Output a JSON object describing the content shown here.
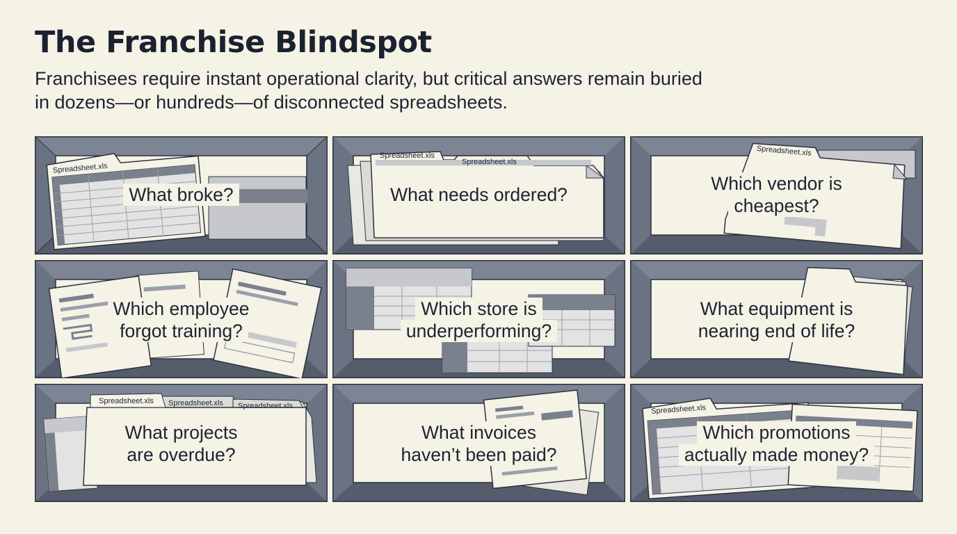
{
  "title": "The Franchise Blindspot",
  "subtitle": "Franchisees require instant operational clarity, but critical answers remain buried in dozens—or hundreds—of disconnected spreadsheets.",
  "tab_label": "Spreadsheet.xls",
  "colors": {
    "background": "#f5f2e6",
    "frame": "#6b7282",
    "frame_dark": "#555c6b",
    "outline": "#2a3140",
    "sheet_gray": "#c6c8cc",
    "sheet_dark": "#7a808c"
  },
  "panels": [
    {
      "id": "what-broke",
      "lines": [
        "What broke?"
      ]
    },
    {
      "id": "what-needs-ordered",
      "lines": [
        "What needs ordered?"
      ]
    },
    {
      "id": "which-vendor-cheapest",
      "lines": [
        "Which vendor is",
        "cheapest?"
      ]
    },
    {
      "id": "employee-training",
      "lines": [
        "Which employee",
        "forgot training?"
      ]
    },
    {
      "id": "store-underperforming",
      "lines": [
        "Which store is",
        "underperforming?"
      ]
    },
    {
      "id": "equipment-end-of-life",
      "lines": [
        "What equipment is",
        "nearing end of life?"
      ]
    },
    {
      "id": "projects-overdue",
      "lines": [
        "What projects",
        "are overdue?"
      ]
    },
    {
      "id": "invoices-unpaid",
      "lines": [
        "What invoices",
        "haven’t been paid?"
      ]
    },
    {
      "id": "promotions-money",
      "lines": [
        "Which promotions",
        "actually made money?"
      ]
    }
  ]
}
